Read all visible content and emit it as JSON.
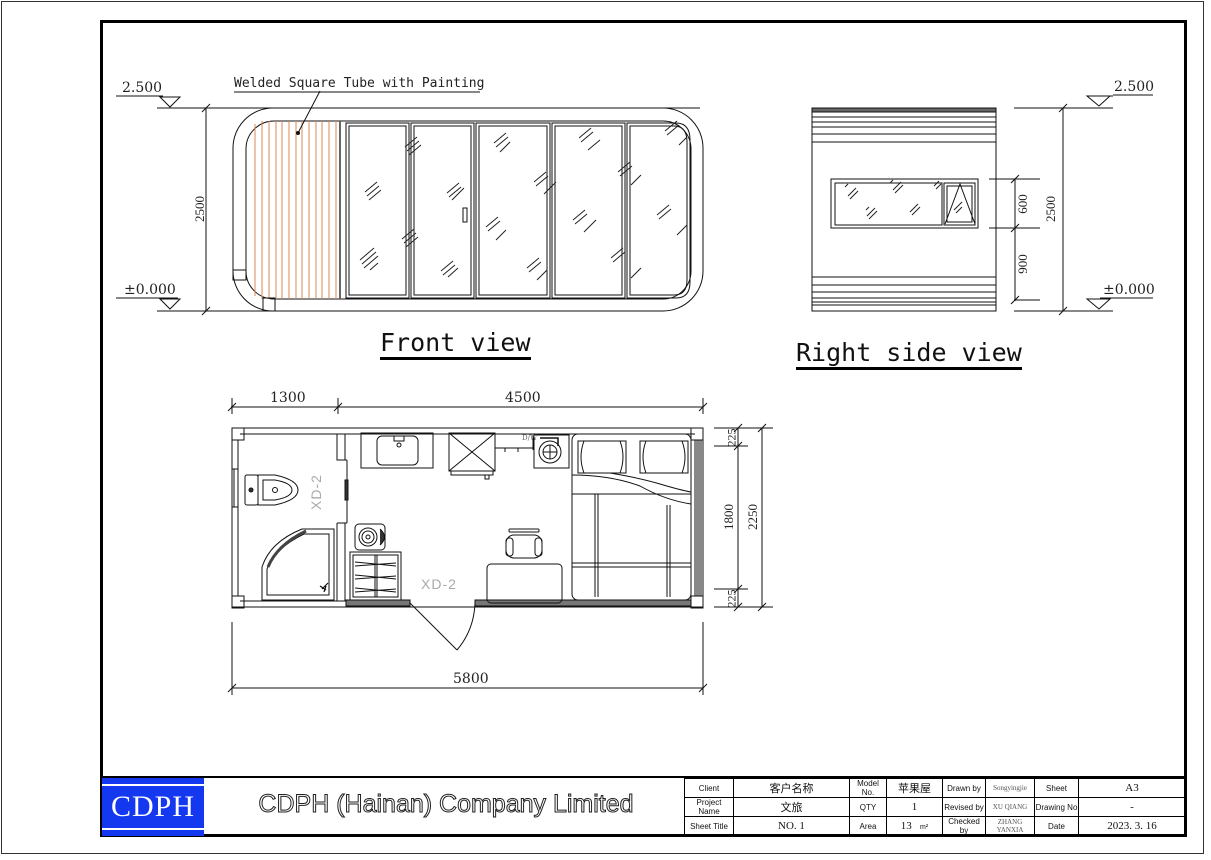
{
  "front_view": {
    "title": "Front view",
    "annotation": "Welded Square Tube with Painting",
    "elevation_top": "2.500",
    "elevation_bottom": "±0.000",
    "height_dim": "2500",
    "panel_count": 5
  },
  "right_side_view": {
    "title": "Right side view",
    "elevation_top": "2.500",
    "elevation_bottom": "±0.000",
    "height_dim": "2500",
    "window_height_dim": "600",
    "sill_height_dim": "900"
  },
  "floor_plan": {
    "dim_left": "1300",
    "dim_right": "4500",
    "dim_total": "5800",
    "dim_top_edge": "225",
    "dim_inner": "1800",
    "dim_bottom_edge": "225",
    "dim_overall_width": "2250",
    "door_tag_1": "XD-2",
    "door_tag_2": "XD-2",
    "small_label": "D/W"
  },
  "title_block": {
    "logo_text": "CDPH",
    "company_name": "CDPH (Hainan) Company Limited",
    "logo_color": "#1437f0",
    "rows": [
      {
        "label1": "Client",
        "value1": "客户名称",
        "label2": "Model No.",
        "value2": "苹果屋",
        "label3": "Drawn by",
        "value3": "Songyingjie",
        "label4": "Sheet",
        "value4": "A3"
      },
      {
        "label1": "Project Name",
        "value1": "文旅",
        "label2": "QTY",
        "value2": "1",
        "label3": "Revised by",
        "value3": "XU QIANG",
        "label4": "Drawing No",
        "value4": "-"
      },
      {
        "label1": "Sheet Title",
        "value1": "NO. 1",
        "label2": "Area",
        "value2": "13",
        "value2_unit": "m²",
        "label3": "Checked by",
        "value3": "ZHANG YANXIA",
        "label4": "Date",
        "value4": "2023. 3. 16"
      }
    ]
  }
}
